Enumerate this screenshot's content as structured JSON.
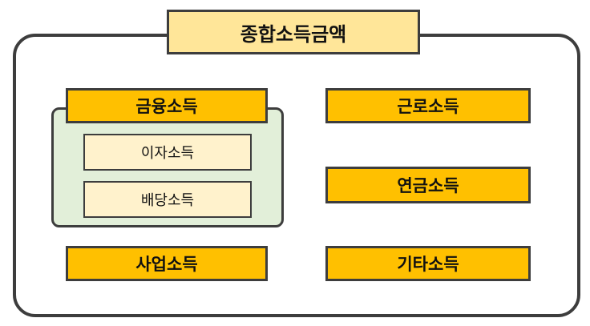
{
  "title": "종합소득금액",
  "financial_income": {
    "label": "금융소득",
    "children": [
      "이자소득",
      "배당소득"
    ]
  },
  "labor_income": "근로소득",
  "pension_income": "연금소득",
  "business_income": "사업소득",
  "other_income": "기타소득",
  "colors": {
    "title_fill": "#ffe699",
    "income_fill": "#ffc000",
    "sub_fill": "#fff2cc",
    "group_fill": "#e2efd9",
    "border": "#3d3d3d"
  }
}
